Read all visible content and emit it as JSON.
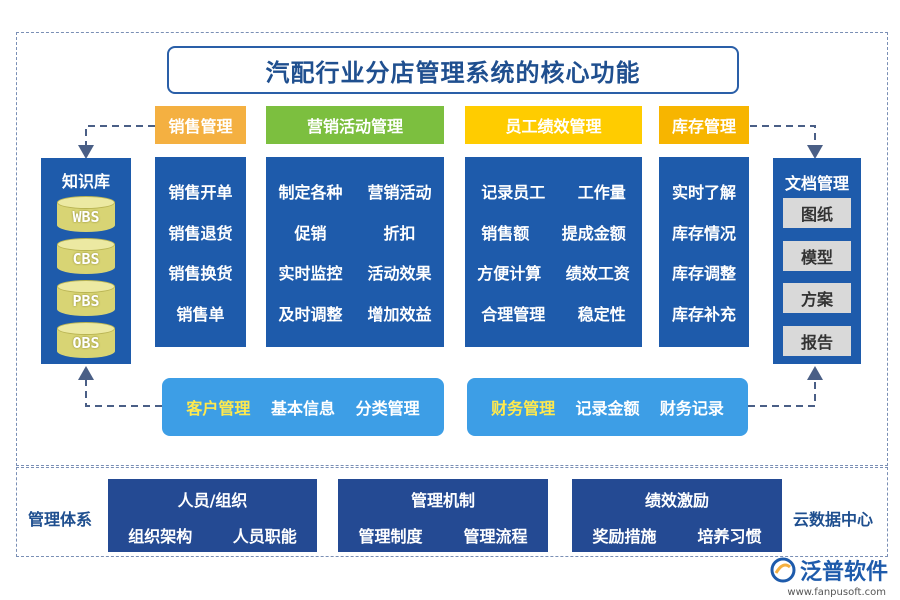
{
  "title": "汽配行业分店管理系统的核心功能",
  "knowledge_base": {
    "title": "知识库",
    "cylinders": [
      "WBS",
      "CBS",
      "PBS",
      "OBS"
    ]
  },
  "document_mgmt": {
    "title": "文档管理",
    "items": [
      "图纸",
      "模型",
      "方案",
      "报告"
    ]
  },
  "modules": [
    {
      "header": "销售管理",
      "rows": [
        [
          "销售开单"
        ],
        [
          "销售退货"
        ],
        [
          "销售换货"
        ],
        [
          "销售单"
        ]
      ]
    },
    {
      "header": "营销活动管理",
      "rows": [
        [
          "制定各种",
          "营销活动"
        ],
        [
          "促销",
          "折扣"
        ],
        [
          "实时监控",
          "活动效果"
        ],
        [
          "及时调整",
          "增加效益"
        ]
      ]
    },
    {
      "header": "员工绩效管理",
      "rows": [
        [
          "记录员工",
          "工作量"
        ],
        [
          "销售额",
          "提成金额"
        ],
        [
          "方便计算",
          "绩效工资"
        ],
        [
          "合理管理",
          "稳定性"
        ]
      ]
    },
    {
      "header": "库存管理",
      "rows": [
        [
          "实时了解"
        ],
        [
          "库存情况"
        ],
        [
          "库存调整"
        ],
        [
          "库存补充"
        ]
      ]
    }
  ],
  "customer_pill": {
    "key": "客户管理",
    "items": [
      "基本信息",
      "分类管理"
    ]
  },
  "finance_pill": {
    "key": "财务管理",
    "items": [
      "记录金额",
      "财务记录"
    ]
  },
  "bottom": {
    "left_label": "管理体系",
    "right_label": "云数据中心",
    "boxes": [
      {
        "title": "人员/组织",
        "items": [
          "组织架构",
          "人员职能"
        ]
      },
      {
        "title": "管理机制",
        "items": [
          "管理制度",
          "管理流程"
        ]
      },
      {
        "title": "绩效激励",
        "items": [
          "奖励措施",
          "培养习惯"
        ]
      }
    ]
  },
  "logo": {
    "name": "泛普软件",
    "url": "www.fanpusoft.com"
  },
  "colors": {
    "primary_blue": "#1e5bab",
    "light_blue": "#3d9ee6",
    "dark_blue": "#244a93",
    "orange": "#f4b041",
    "green": "#7cbf3f",
    "yellow": "#ffcc00",
    "gold": "#f7b500"
  }
}
